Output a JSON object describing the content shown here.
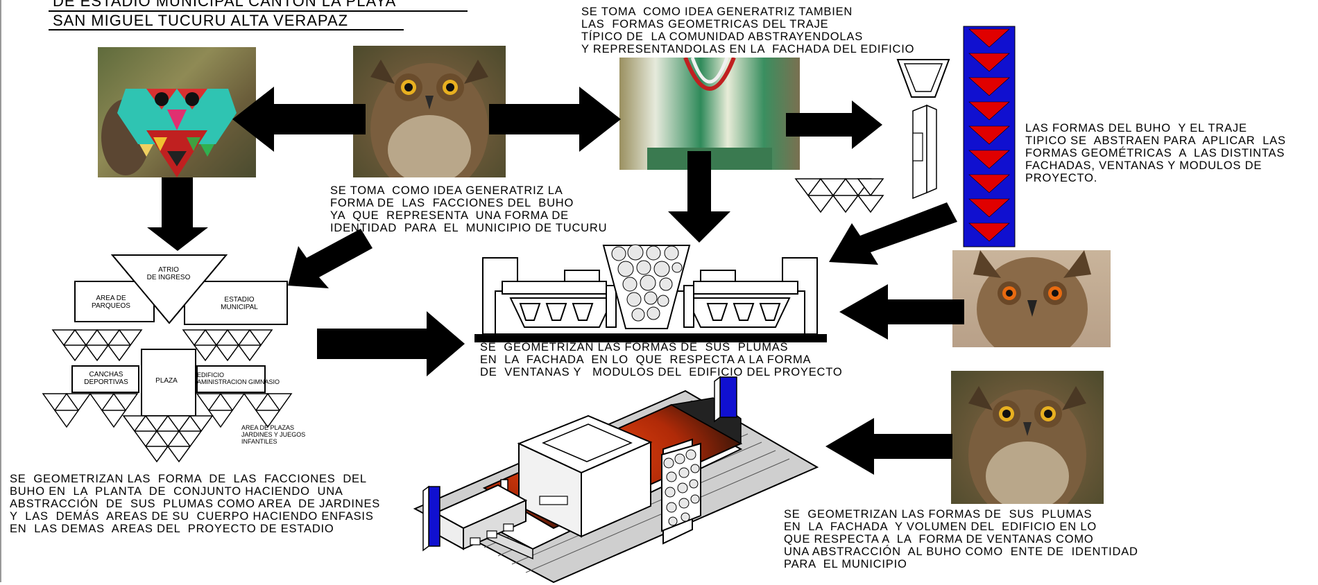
{
  "title": {
    "line1": "DE ESTADIO MUNICIPAL CANTON LA PLAYA",
    "line2": "SAN MIGUEL TUCURU ALTA VERAPAZ"
  },
  "notes": {
    "traje": [
      "SE TOMA  COMO IDEA GENERATRIZ TAMBIEN",
      "LAS  FORMAS GEOMETRICAS DEL TRAJE",
      "TÍPICO DE  LA COMUNIDAD ABSTRAYENDOLAS",
      "Y REPRESENTANDOLAS EN LA  FACHADA DEL EDIFICIO"
    ],
    "buho": [
      "SE TOMA  COMO IDEA GENERATRIZ LA",
      "FORMA DE  LAS  FACCIONES DEL  BUHO",
      "YA  QUE  REPRESENTA  UNA FORMA DE",
      "IDENTIDAD  PARA  EL  MUNICIPIO DE TUCURU"
    ],
    "formas": [
      "LAS FORMAS DEL BUHO  Y EL TRAJE",
      "TIPICO SE  ABSTRAEN PARA  APLICAR  LAS",
      "FORMAS GEOMÉTRICAS  A  LAS DISTINTAS",
      "FACHADAS, VENTANAS Y MODULOS DE",
      "PROYECTO."
    ],
    "fachada": [
      "SE  GEOMETRIZAN LAS FORMAS DE  SUS  PLUMAS",
      "EN  LA  FACHADA  EN LO  QUE  RESPECTA A LA FORMA",
      "DE  VENTANAS Y   MODULOS DEL  EDIFICIO DEL PROYECTO"
    ],
    "planta": [
      "SE  GEOMETRIZAN LAS  FORMA  DE  LAS  FACCIONES  DEL",
      "BUHO EN  LA  PLANTA  DE  CONJUNTO HACIENDO  UNA",
      "ABSTRACCIÓN  DE  SUS  PLUMAS COMO AREA  DE JARDINES",
      "Y  LAS  DEMÁS  AREAS DE SU  CUERPO HACIENDO ENFASIS",
      "EN  LAS DEMAS  AREAS DEL  PROYECTO DE ESTADIO"
    ],
    "volumen": [
      "SE  GEOMETRIZAN LAS FORMAS DE  SUS  PLUMAS",
      "EN  LA  FACHADA  Y VOLUMEN DEL  EDIFICIO EN LO",
      "QUE RESPECTA A  LA  FORMA DE VENTANAS COMO",
      "UNA ABSTRACCIÓN  AL BUHO COMO  ENTE DE  IDENTIDAD",
      "PARA  EL MUNICIPIO"
    ]
  },
  "plan_labels": {
    "atrio": "ATRIO\nDE INGRESO",
    "parqueos": "AREA DE\nPARQUEOS",
    "estadio": "ESTADIO\nMUNICIPAL",
    "canchas": "CANCHAS\nDEPORTIVAS",
    "plaza": "PLAZA",
    "edificio": "EDIFICIO\nAMINISTRACION GIMNASIO",
    "plazas": "AREA DE PLAZAS\nJARDINES Y JUEGOS\nINFANTILES"
  },
  "colors": {
    "arrow": "#000000",
    "strip_blue": "#1010d0",
    "strip_red": "#e00000",
    "mask_teal": "#2fc4b2",
    "roof_orange": "#e04010"
  }
}
